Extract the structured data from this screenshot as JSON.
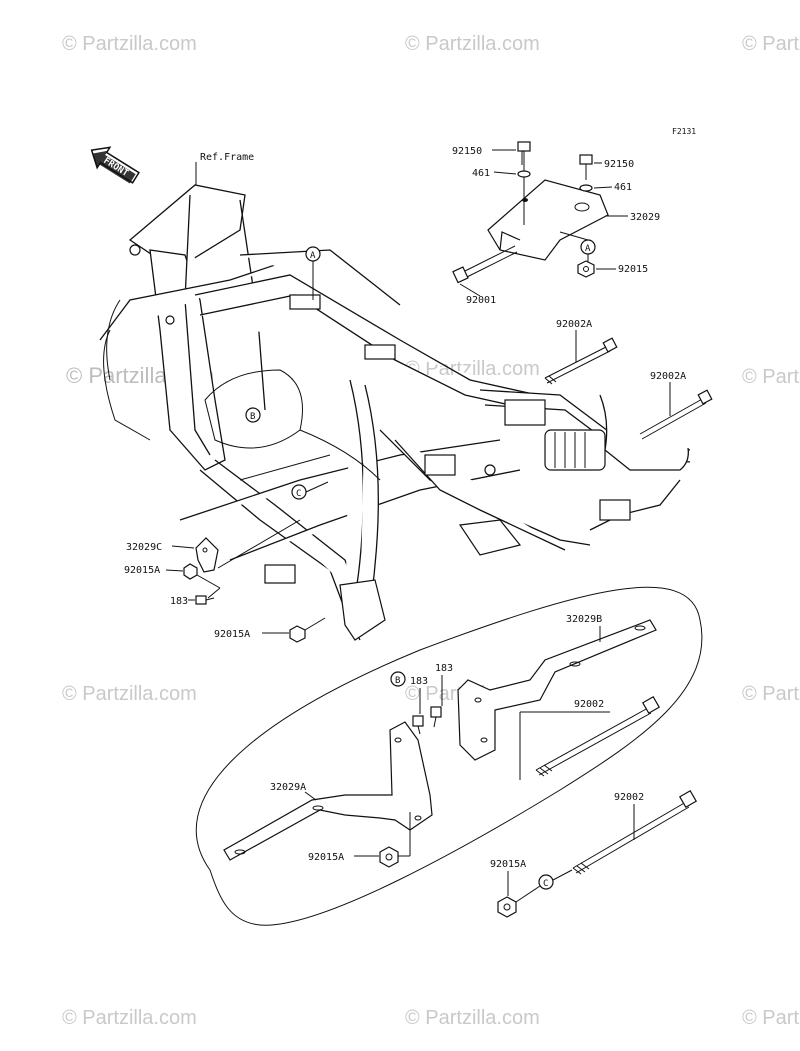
{
  "diagram": {
    "code": "F2131",
    "front_label": "FRONT",
    "ref_frame": "Ref.Frame",
    "watermark": "© Partzilla.com",
    "callouts": {
      "A": "A",
      "B": "B",
      "C": "C"
    },
    "parts": {
      "p92150_a": "92150",
      "p92150_b": "92150",
      "p461_a": "461",
      "p461_b": "461",
      "p32029": "32029",
      "p92015": "92015",
      "p92001": "92001",
      "p92002A_a": "92002A",
      "p92002A_b": "92002A",
      "p32029C": "32029C",
      "p92015A_a": "92015A",
      "p183_a": "183",
      "p92015A_b": "92015A",
      "p32029B": "32029B",
      "p183_b": "183",
      "p183_c": "183",
      "p92002_a": "92002",
      "p32029A": "32029A",
      "p92015A_c": "92015A",
      "p92002_b": "92002",
      "p92015A_d": "92015A"
    }
  }
}
